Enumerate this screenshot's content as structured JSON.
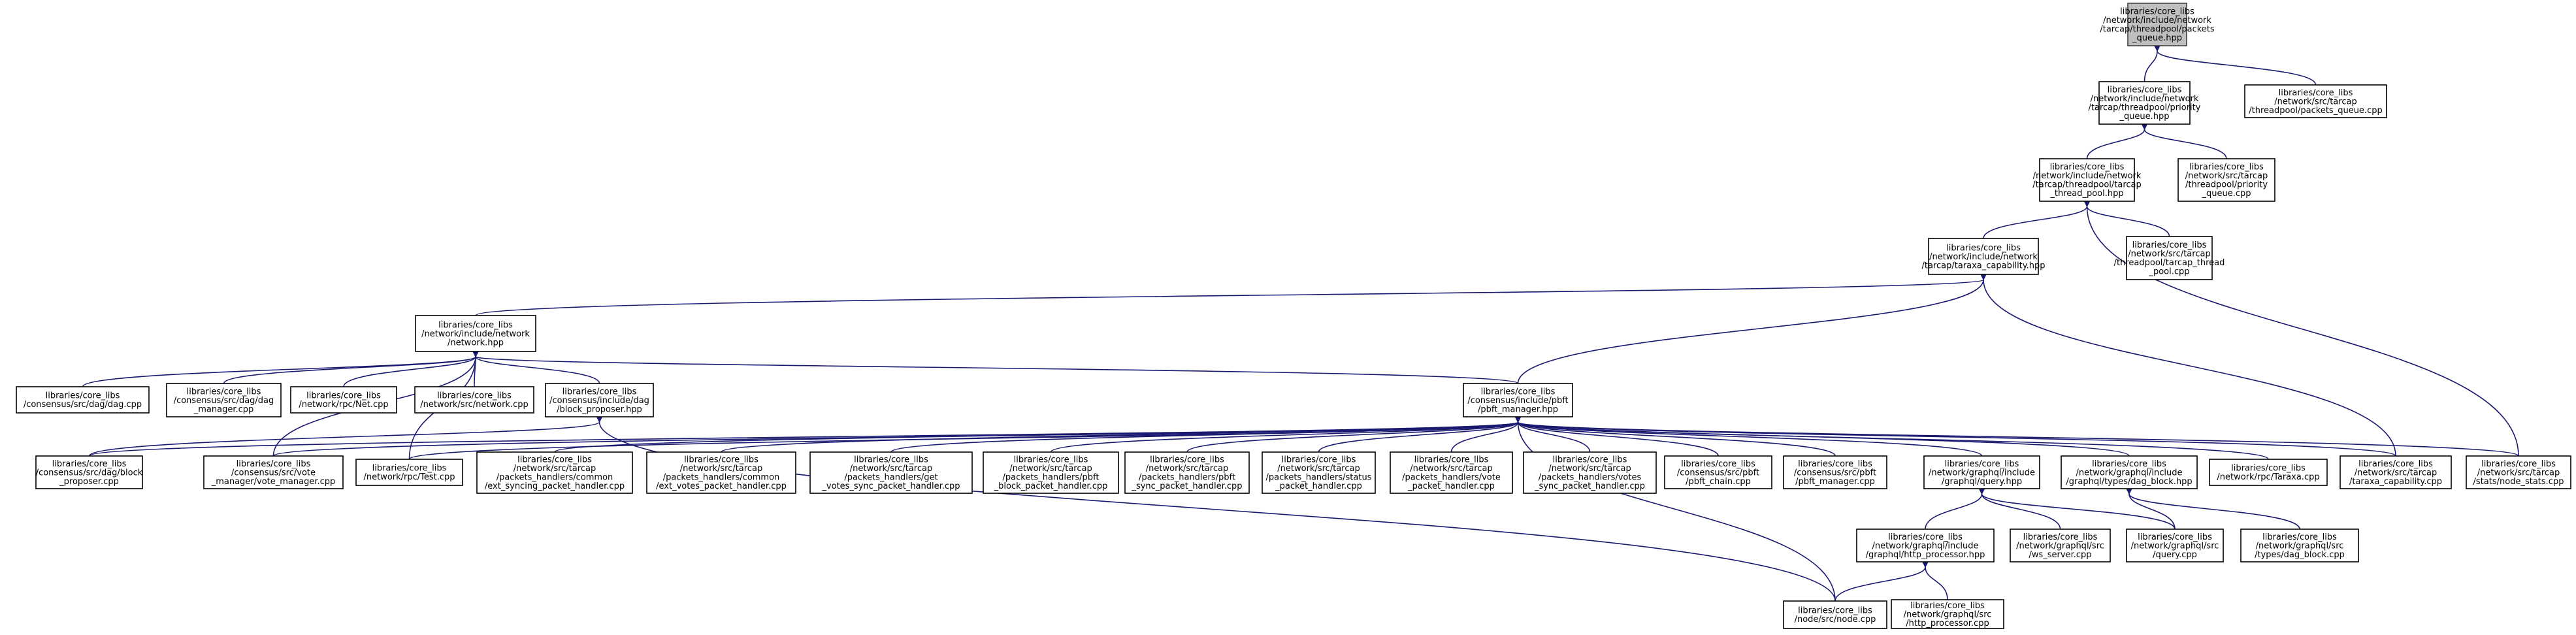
{
  "graph": {
    "colors": {
      "edge": "#191970",
      "node_fill": "#ffffff",
      "root_fill": "#bfbfbf",
      "text": "#000000"
    },
    "nodes": [
      {
        "id": "root",
        "root": true,
        "lines": [
          "libraries/core_libs",
          "/network/include/network",
          "/tarcap/threadpool/packets",
          "_queue.hpp"
        ]
      },
      {
        "id": "prio",
        "lines": [
          "libraries/core_libs",
          "/network/include/network",
          "/tarcap/threadpool/priority",
          "_queue.hpp"
        ]
      },
      {
        "id": "pqcpp",
        "lines": [
          "libraries/core_libs",
          "/network/src/tarcap",
          "/threadpool/packets_queue.cpp"
        ]
      },
      {
        "id": "tpool",
        "lines": [
          "libraries/core_libs",
          "/network/include/network",
          "/tarcap/threadpool/tarcap",
          "_thread_pool.hpp"
        ]
      },
      {
        "id": "prioqcpp",
        "lines": [
          "libraries/core_libs",
          "/network/src/tarcap",
          "/threadpool/priority",
          "_queue.cpp"
        ]
      },
      {
        "id": "tcap",
        "lines": [
          "libraries/core_libs",
          "/network/include/network",
          "/tarcap/taraxa_capability.hpp"
        ]
      },
      {
        "id": "tpoolcpp",
        "lines": [
          "libraries/core_libs",
          "/network/src/tarcap",
          "/threadpool/tarcap_thread",
          "_pool.cpp"
        ]
      },
      {
        "id": "nethpp",
        "lines": [
          "libraries/core_libs",
          "/network/include/network",
          "/network.hpp"
        ]
      },
      {
        "id": "dagcpp",
        "lines": [
          "libraries/core_libs",
          "/consensus/src/dag/dag.cpp"
        ]
      },
      {
        "id": "dagmgr",
        "lines": [
          "libraries/core_libs",
          "/consensus/src/dag/dag",
          "_manager.cpp"
        ]
      },
      {
        "id": "netrpc",
        "lines": [
          "libraries/core_libs",
          "/network/rpc/Net.cpp"
        ]
      },
      {
        "id": "netcpp",
        "lines": [
          "libraries/core_libs",
          "/network/src/network.cpp"
        ]
      },
      {
        "id": "bprop",
        "lines": [
          "libraries/core_libs",
          "/consensus/include/dag",
          "/block_proposer.hpp"
        ]
      },
      {
        "id": "pbftmgr",
        "lines": [
          "libraries/core_libs",
          "/consensus/include/pbft",
          "/pbft_manager.hpp"
        ]
      },
      {
        "id": "bpropcpp",
        "lines": [
          "libraries/core_libs",
          "/consensus/src/dag/block",
          "_proposer.cpp"
        ]
      },
      {
        "id": "votemgr",
        "lines": [
          "libraries/core_libs",
          "/consensus/src/vote",
          "_manager/vote_manager.cpp"
        ]
      },
      {
        "id": "testcpp",
        "lines": [
          "libraries/core_libs",
          "/network/rpc/Test.cpp"
        ]
      },
      {
        "id": "extsync",
        "lines": [
          "libraries/core_libs",
          "/network/src/tarcap",
          "/packets_handlers/common",
          "/ext_syncing_packet_handler.cpp"
        ]
      },
      {
        "id": "extvotes",
        "lines": [
          "libraries/core_libs",
          "/network/src/tarcap",
          "/packets_handlers/common",
          "/ext_votes_packet_handler.cpp"
        ]
      },
      {
        "id": "getvotes",
        "lines": [
          "libraries/core_libs",
          "/network/src/tarcap",
          "/packets_handlers/get",
          "_votes_sync_packet_handler.cpp"
        ]
      },
      {
        "id": "pbftblock",
        "lines": [
          "libraries/core_libs",
          "/network/src/tarcap",
          "/packets_handlers/pbft",
          "_block_packet_handler.cpp"
        ]
      },
      {
        "id": "pbftsync",
        "lines": [
          "libraries/core_libs",
          "/network/src/tarcap",
          "/packets_handlers/pbft",
          "_sync_packet_handler.cpp"
        ]
      },
      {
        "id": "status",
        "lines": [
          "libraries/core_libs",
          "/network/src/tarcap",
          "/packets_handlers/status",
          "_packet_handler.cpp"
        ]
      },
      {
        "id": "votepkt",
        "lines": [
          "libraries/core_libs",
          "/network/src/tarcap",
          "/packets_handlers/vote",
          "_packet_handler.cpp"
        ]
      },
      {
        "id": "votessync",
        "lines": [
          "libraries/core_libs",
          "/network/src/tarcap",
          "/packets_handlers/votes",
          "_sync_packet_handler.cpp"
        ]
      },
      {
        "id": "pbftchain",
        "lines": [
          "libraries/core_libs",
          "/consensus/src/pbft",
          "/pbft_chain.cpp"
        ]
      },
      {
        "id": "pbftmgrcpp",
        "lines": [
          "libraries/core_libs",
          "/consensus/src/pbft",
          "/pbft_manager.cpp"
        ]
      },
      {
        "id": "queryhpp",
        "lines": [
          "libraries/core_libs",
          "/network/graphql/include",
          "/graphql/query.hpp"
        ]
      },
      {
        "id": "dagblockhpp",
        "lines": [
          "libraries/core_libs",
          "/network/graphql/include",
          "/graphql/types/dag_block.hpp"
        ]
      },
      {
        "id": "taraxacpp",
        "lines": [
          "libraries/core_libs",
          "/network/rpc/Taraxa.cpp"
        ]
      },
      {
        "id": "tcapcpp",
        "lines": [
          "libraries/core_libs",
          "/network/src/tarcap",
          "/taraxa_capability.cpp"
        ]
      },
      {
        "id": "nodestats",
        "lines": [
          "libraries/core_libs",
          "/network/src/tarcap",
          "/stats/node_stats.cpp"
        ]
      },
      {
        "id": "httphpp",
        "lines": [
          "libraries/core_libs",
          "/network/graphql/include",
          "/graphql/http_processor.hpp"
        ]
      },
      {
        "id": "wscpp",
        "lines": [
          "libraries/core_libs",
          "/network/graphql/src",
          "/ws_server.cpp"
        ]
      },
      {
        "id": "querycpp",
        "lines": [
          "libraries/core_libs",
          "/network/graphql/src",
          "/query.cpp"
        ]
      },
      {
        "id": "dagblockcpp",
        "lines": [
          "libraries/core_libs",
          "/network/graphql/src",
          "/types/dag_block.cpp"
        ]
      },
      {
        "id": "nodecpp",
        "lines": [
          "libraries/core_libs",
          "/node/src/node.cpp"
        ]
      },
      {
        "id": "httpcpp",
        "lines": [
          "libraries/core_libs",
          "/network/graphql/src",
          "/http_processor.cpp"
        ]
      }
    ],
    "edges": [
      [
        "root",
        "prio"
      ],
      [
        "root",
        "pqcpp"
      ],
      [
        "prio",
        "tpool"
      ],
      [
        "prio",
        "prioqcpp"
      ],
      [
        "tpool",
        "tcap"
      ],
      [
        "tpool",
        "tpoolcpp"
      ],
      [
        "tpool",
        "nodestats"
      ],
      [
        "tcap",
        "nethpp"
      ],
      [
        "tcap",
        "pbftmgr"
      ],
      [
        "tcap",
        "tcapcpp"
      ],
      [
        "nethpp",
        "dagcpp"
      ],
      [
        "nethpp",
        "dagmgr"
      ],
      [
        "nethpp",
        "netrpc"
      ],
      [
        "nethpp",
        "netcpp"
      ],
      [
        "nethpp",
        "bprop"
      ],
      [
        "nethpp",
        "pbftmgr"
      ],
      [
        "nethpp",
        "votemgr"
      ],
      [
        "nethpp",
        "testcpp"
      ],
      [
        "bprop",
        "bpropcpp"
      ],
      [
        "bprop",
        "nodecpp"
      ],
      [
        "pbftmgr",
        "bpropcpp"
      ],
      [
        "pbftmgr",
        "votemgr"
      ],
      [
        "pbftmgr",
        "testcpp"
      ],
      [
        "pbftmgr",
        "extsync"
      ],
      [
        "pbftmgr",
        "extvotes"
      ],
      [
        "pbftmgr",
        "getvotes"
      ],
      [
        "pbftmgr",
        "pbftblock"
      ],
      [
        "pbftmgr",
        "pbftsync"
      ],
      [
        "pbftmgr",
        "status"
      ],
      [
        "pbftmgr",
        "votepkt"
      ],
      [
        "pbftmgr",
        "votessync"
      ],
      [
        "pbftmgr",
        "pbftchain"
      ],
      [
        "pbftmgr",
        "pbftmgrcpp"
      ],
      [
        "pbftmgr",
        "queryhpp"
      ],
      [
        "pbftmgr",
        "dagblockhpp"
      ],
      [
        "pbftmgr",
        "taraxacpp"
      ],
      [
        "pbftmgr",
        "tcapcpp"
      ],
      [
        "pbftmgr",
        "nodestats"
      ],
      [
        "pbftmgr",
        "nodecpp"
      ],
      [
        "queryhpp",
        "httphpp"
      ],
      [
        "queryhpp",
        "wscpp"
      ],
      [
        "queryhpp",
        "querycpp"
      ],
      [
        "dagblockhpp",
        "querycpp"
      ],
      [
        "dagblockhpp",
        "dagblockcpp"
      ],
      [
        "httphpp",
        "nodecpp"
      ],
      [
        "httphpp",
        "httpcpp"
      ]
    ]
  }
}
